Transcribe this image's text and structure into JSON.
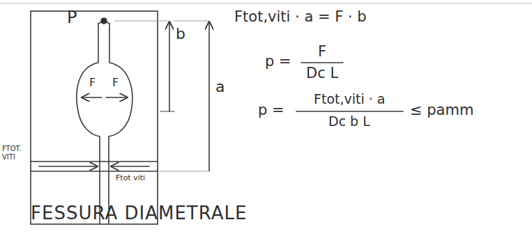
{
  "diagram": {
    "caption": "FESSURA DIAMETRALE",
    "labels": [
      "P",
      "b",
      "a",
      "F",
      "F",
      "FTOT. VITI",
      "Ftot viti",
      "Ftot,viti · a = F · b",
      "p =",
      "F",
      "Dc L",
      "p =",
      "Ftot,viti · a",
      "Dc b L",
      "≤ pamm"
    ]
  }
}
